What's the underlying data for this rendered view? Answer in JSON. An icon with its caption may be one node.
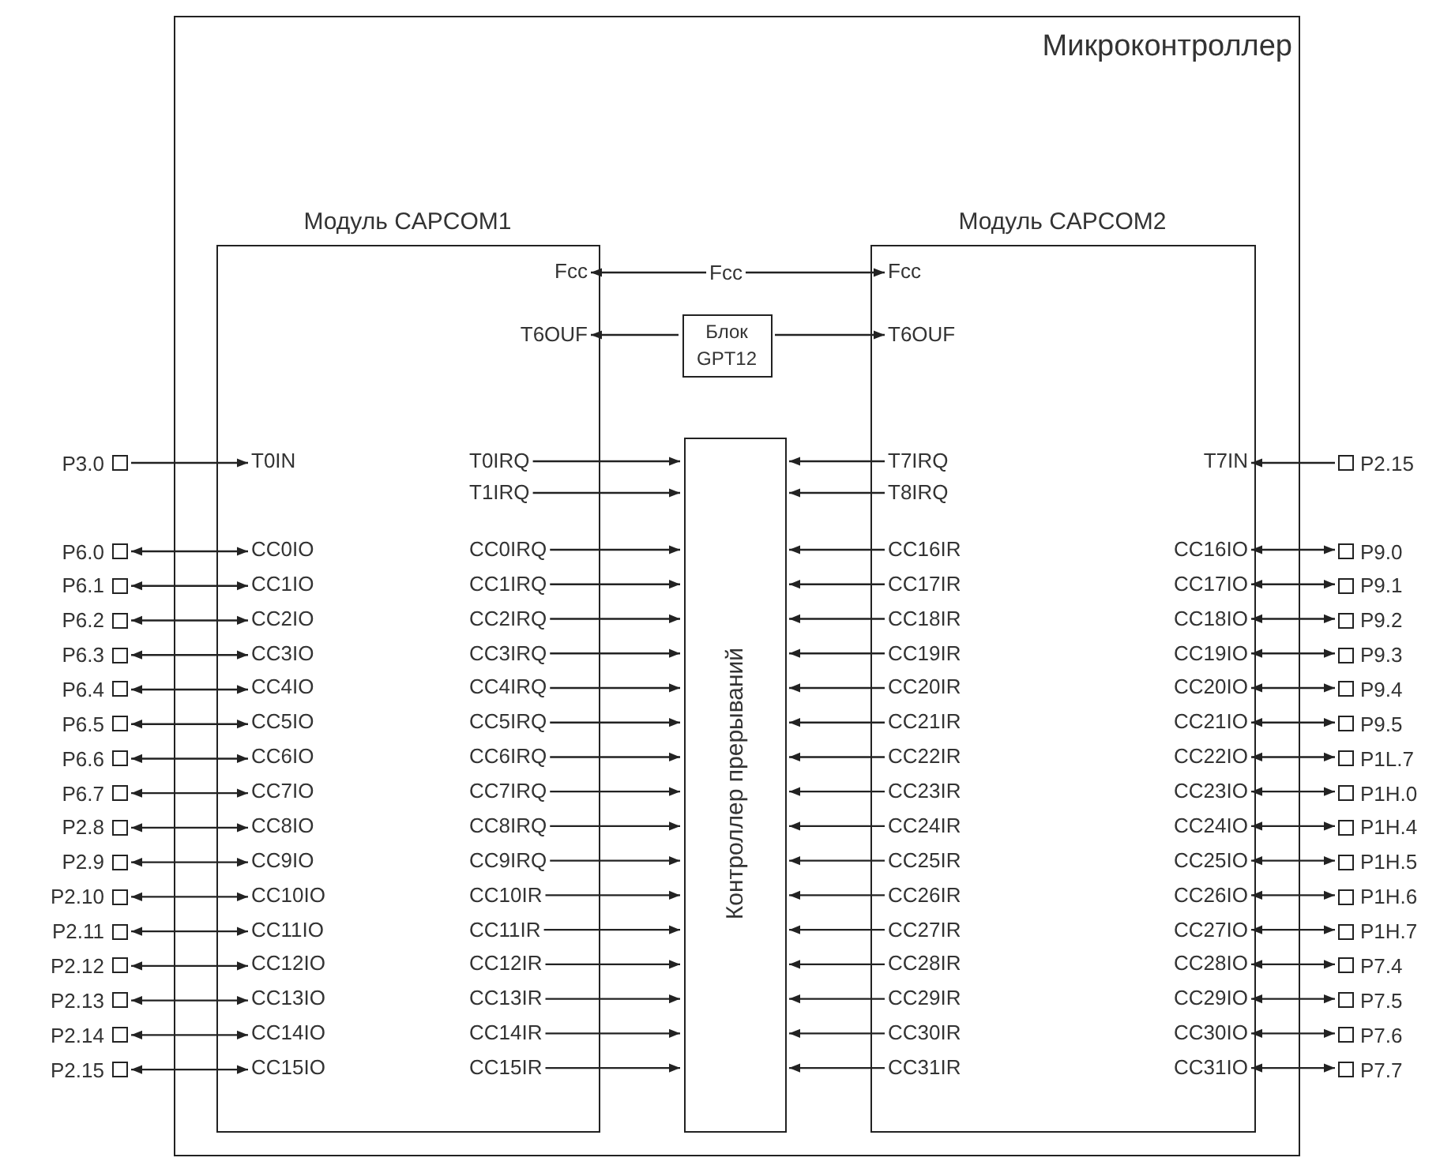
{
  "diagram": {
    "nodes": [
      {
        "text": [
          "Микроконтроллер"
        ]
      },
      {
        "text": [
          "Модуль CAPCOM1"
        ],
        "in": 0
      },
      {
        "text": [
          "Модуль CAPCOM2"
        ],
        "in": 0
      },
      {
        "text": [
          "Fcc"
        ],
        "in": 0
      },
      {
        "text": [
          "Блок GPT12"
        ],
        "in": 0
      },
      {
        "text": [
          "Контроллер прерываний"
        ],
        "in": 0
      },
      {
        "text": [
          "Fcc"
        ],
        "in": 1
      },
      {
        "text": [
          "T6OUF"
        ],
        "in": 1
      },
      {
        "text": [
          "T0IN"
        ],
        "in": 1
      },
      {
        "text": [
          "T0IRQ"
        ],
        "in": 1
      },
      {
        "text": [
          "T1IRQ"
        ],
        "in": 1
      },
      {
        "text": [
          "CC0IO"
        ],
        "in": 1
      },
      {
        "text": [
          "CC0IRQ"
        ],
        "in": 1
      },
      {
        "text": [
          "CC1IO"
        ],
        "in": 1
      },
      {
        "text": [
          "CC1IRQ"
        ],
        "in": 1
      },
      {
        "text": [
          "CC2IO"
        ],
        "in": 1
      },
      {
        "text": [
          "CC2IRQ"
        ],
        "in": 1
      },
      {
        "text": [
          "CC3IO"
        ],
        "in": 1
      },
      {
        "text": [
          "CC3IRQ"
        ],
        "in": 1
      },
      {
        "text": [
          "CC4IO"
        ],
        "in": 1
      },
      {
        "text": [
          "CC4IRQ"
        ],
        "in": 1
      },
      {
        "text": [
          "CC5IO"
        ],
        "in": 1
      },
      {
        "text": [
          "CC5IRQ"
        ],
        "in": 1
      },
      {
        "text": [
          "CC6IO"
        ],
        "in": 1
      },
      {
        "text": [
          "CC6IRQ"
        ],
        "in": 1
      },
      {
        "text": [
          "CC7IO"
        ],
        "in": 1
      },
      {
        "text": [
          "CC7IRQ"
        ],
        "in": 1
      },
      {
        "text": [
          "CC8IO"
        ],
        "in": 1
      },
      {
        "text": [
          "CC8IRQ"
        ],
        "in": 1
      },
      {
        "text": [
          "CC9IO"
        ],
        "in": 1
      },
      {
        "text": [
          "CC9IRQ"
        ],
        "in": 1
      },
      {
        "text": [
          "CC10IO"
        ],
        "in": 1
      },
      {
        "text": [
          "CC10IR"
        ],
        "in": 1
      },
      {
        "text": [
          "CC11IO"
        ],
        "in": 1
      },
      {
        "text": [
          "CC11IR"
        ],
        "in": 1
      },
      {
        "text": [
          "CC12IO"
        ],
        "in": 1
      },
      {
        "text": [
          "CC12IR"
        ],
        "in": 1
      },
      {
        "text": [
          "CC13IO"
        ],
        "in": 1
      },
      {
        "text": [
          "CC13IR"
        ],
        "in": 1
      },
      {
        "text": [
          "CC14IO"
        ],
        "in": 1
      },
      {
        "text": [
          "CC14IR"
        ],
        "in": 1
      },
      {
        "text": [
          "CC15IO"
        ],
        "in": 1
      },
      {
        "text": [
          "CC15IR"
        ],
        "in": 1
      },
      {
        "text": [
          "Fcc"
        ],
        "in": 2
      },
      {
        "text": [
          "T6OUF"
        ],
        "in": 2
      },
      {
        "text": [
          "T7IRQ"
        ],
        "in": 2
      },
      {
        "text": [
          "T7IN"
        ],
        "in": 2
      },
      {
        "text": [
          "T8IRQ"
        ],
        "in": 2
      },
      {
        "text": [
          "CC16IR"
        ],
        "in": 2
      },
      {
        "text": [
          "CC16IO"
        ],
        "in": 2
      },
      {
        "text": [
          "CC17IR"
        ],
        "in": 2
      },
      {
        "text": [
          "CC17IO"
        ],
        "in": 2
      },
      {
        "text": [
          "CC18IR"
        ],
        "in": 2
      },
      {
        "text": [
          "CC18IO"
        ],
        "in": 2
      },
      {
        "text": [
          "CC19IR"
        ],
        "in": 2
      },
      {
        "text": [
          "CC19IO"
        ],
        "in": 2
      },
      {
        "text": [
          "CC20IR"
        ],
        "in": 2
      },
      {
        "text": [
          "CC20IO"
        ],
        "in": 2
      },
      {
        "text": [
          "CC21IR"
        ],
        "in": 2
      },
      {
        "text": [
          "CC21IO"
        ],
        "in": 2
      },
      {
        "text": [
          "CC22IR"
        ],
        "in": 2
      },
      {
        "text": [
          "CC22IO"
        ],
        "in": 2
      },
      {
        "text": [
          "CC23IR"
        ],
        "in": 2
      },
      {
        "text": [
          "CC23IO"
        ],
        "in": 2
      },
      {
        "text": [
          "CC24IR"
        ],
        "in": 2
      },
      {
        "text": [
          "CC24IO"
        ],
        "in": 2
      },
      {
        "text": [
          "CC25IR"
        ],
        "in": 2
      },
      {
        "text": [
          "CC25IO"
        ],
        "in": 2
      },
      {
        "text": [
          "CC26IR"
        ],
        "in": 2
      },
      {
        "text": [
          "CC26IO"
        ],
        "in": 2
      },
      {
        "text": [
          "CC27IR"
        ],
        "in": 2
      },
      {
        "text": [
          "CC27IO"
        ],
        "in": 2
      },
      {
        "text": [
          "CC28IR"
        ],
        "in": 2
      },
      {
        "text": [
          "CC28IO"
        ],
        "in": 2
      },
      {
        "text": [
          "CC29IR"
        ],
        "in": 2
      },
      {
        "text": [
          "CC29IO"
        ],
        "in": 2
      },
      {
        "text": [
          "CC30IR"
        ],
        "in": 2
      },
      {
        "text": [
          "CC30IO"
        ],
        "in": 2
      },
      {
        "text": [
          "CC31IR"
        ],
        "in": 2
      },
      {
        "text": [
          "CC31IO"
        ],
        "in": 2
      },
      {
        "text": [],
        "shape": "box",
        "beside": [
          "P3.0"
        ]
      },
      {
        "text": [],
        "shape": "box",
        "beside": [
          "P6.0"
        ]
      },
      {
        "text": [],
        "shape": "box",
        "beside": [
          "P6.1"
        ]
      },
      {
        "text": [],
        "shape": "box",
        "beside": [
          "P6.2"
        ]
      },
      {
        "text": [],
        "shape": "box",
        "beside": [
          "P6.3"
        ]
      },
      {
        "text": [],
        "shape": "box",
        "beside": [
          "P6.4"
        ]
      },
      {
        "text": [],
        "shape": "box",
        "beside": [
          "P6.5"
        ]
      },
      {
        "text": [],
        "shape": "box",
        "beside": [
          "P6.6"
        ]
      },
      {
        "text": [],
        "shape": "box",
        "beside": [
          "P6.7"
        ]
      },
      {
        "text": [],
        "shape": "box",
        "beside": [
          "P2.8"
        ]
      },
      {
        "text": [],
        "shape": "box",
        "beside": [
          "P2.9"
        ]
      },
      {
        "text": [],
        "shape": "box",
        "beside": [
          "P2.10"
        ]
      },
      {
        "text": [],
        "shape": "box",
        "beside": [
          "P2.11"
        ]
      },
      {
        "text": [],
        "shape": "box",
        "beside": [
          "P2.12"
        ]
      },
      {
        "text": [],
        "shape": "box",
        "beside": [
          "P2.13"
        ]
      },
      {
        "text": [],
        "shape": "box",
        "beside": [
          "P2.14"
        ]
      },
      {
        "text": [],
        "shape": "box",
        "beside": [
          "P2.15"
        ]
      },
      {
        "text": [],
        "shape": "box",
        "beside": [
          "P2.15"
        ]
      },
      {
        "text": [],
        "shape": "box",
        "beside": [
          "P9.0"
        ]
      },
      {
        "text": [],
        "shape": "box",
        "beside": [
          "P9.1"
        ]
      },
      {
        "text": [],
        "shape": "box",
        "beside": [
          "P9.2"
        ]
      },
      {
        "text": [],
        "shape": "box",
        "beside": [
          "P9.3"
        ]
      },
      {
        "text": [],
        "shape": "box",
        "beside": [
          "P9.4"
        ]
      },
      {
        "text": [],
        "shape": "box",
        "beside": [
          "P9.5"
        ]
      },
      {
        "text": [],
        "shape": "box",
        "beside": [
          "P1L.7"
        ]
      },
      {
        "text": [],
        "shape": "box",
        "beside": [
          "P1H.0"
        ]
      },
      {
        "text": [],
        "shape": "box",
        "beside": [
          "P1H.4"
        ]
      },
      {
        "text": [],
        "shape": "box",
        "beside": [
          "P1H.5"
        ]
      },
      {
        "text": [],
        "shape": "box",
        "beside": [
          "P1H.6"
        ]
      },
      {
        "text": [],
        "shape": "box",
        "beside": [
          "P1H.7"
        ]
      },
      {
        "text": [],
        "shape": "box",
        "beside": [
          "P7.4"
        ]
      },
      {
        "text": [],
        "shape": "box",
        "beside": [
          "P7.5"
        ]
      },
      {
        "text": [],
        "shape": "box",
        "beside": [
          "P7.6"
        ]
      },
      {
        "text": [],
        "shape": "box",
        "beside": [
          "P7.7"
        ]
      }
    ],
    "edges": [
      {
        "from": 3,
        "to": 6,
        "arrow": "to"
      },
      {
        "from": 3,
        "to": 43,
        "arrow": "to"
      },
      {
        "from": 4,
        "to": 7,
        "arrow": "to"
      },
      {
        "from": 4,
        "to": 44,
        "arrow": "to"
      },
      {
        "from": 80,
        "to": 8,
        "arrow": "to"
      },
      {
        "from": 9,
        "to": 5,
        "arrow": "to"
      },
      {
        "from": 45,
        "to": 5,
        "arrow": "to"
      },
      {
        "from": 97,
        "to": 46,
        "arrow": "to"
      },
      {
        "from": 10,
        "to": 5,
        "arrow": "to"
      },
      {
        "from": 47,
        "to": 5,
        "arrow": "to"
      },
      {
        "from": 81,
        "to": 11,
        "arrow": "both"
      },
      {
        "from": 12,
        "to": 5,
        "arrow": "to"
      },
      {
        "from": 48,
        "to": 5,
        "arrow": "to"
      },
      {
        "from": 49,
        "to": 98,
        "arrow": "both"
      },
      {
        "from": 82,
        "to": 13,
        "arrow": "both"
      },
      {
        "from": 14,
        "to": 5,
        "arrow": "to"
      },
      {
        "from": 50,
        "to": 5,
        "arrow": "to"
      },
      {
        "from": 51,
        "to": 99,
        "arrow": "both"
      },
      {
        "from": 83,
        "to": 15,
        "arrow": "both"
      },
      {
        "from": 16,
        "to": 5,
        "arrow": "to"
      },
      {
        "from": 52,
        "to": 5,
        "arrow": "to"
      },
      {
        "from": 53,
        "to": 100,
        "arrow": "both"
      },
      {
        "from": 84,
        "to": 17,
        "arrow": "both"
      },
      {
        "from": 18,
        "to": 5,
        "arrow": "to"
      },
      {
        "from": 54,
        "to": 5,
        "arrow": "to"
      },
      {
        "from": 55,
        "to": 101,
        "arrow": "both"
      },
      {
        "from": 85,
        "to": 19,
        "arrow": "both"
      },
      {
        "from": 20,
        "to": 5,
        "arrow": "to"
      },
      {
        "from": 56,
        "to": 5,
        "arrow": "to"
      },
      {
        "from": 57,
        "to": 102,
        "arrow": "both"
      },
      {
        "from": 86,
        "to": 21,
        "arrow": "both"
      },
      {
        "from": 22,
        "to": 5,
        "arrow": "to"
      },
      {
        "from": 58,
        "to": 5,
        "arrow": "to"
      },
      {
        "from": 59,
        "to": 103,
        "arrow": "both"
      },
      {
        "from": 87,
        "to": 23,
        "arrow": "both"
      },
      {
        "from": 24,
        "to": 5,
        "arrow": "to"
      },
      {
        "from": 60,
        "to": 5,
        "arrow": "to"
      },
      {
        "from": 61,
        "to": 104,
        "arrow": "both"
      },
      {
        "from": 88,
        "to": 25,
        "arrow": "both"
      },
      {
        "from": 26,
        "to": 5,
        "arrow": "to"
      },
      {
        "from": 62,
        "to": 5,
        "arrow": "to"
      },
      {
        "from": 63,
        "to": 105,
        "arrow": "both"
      },
      {
        "from": 89,
        "to": 27,
        "arrow": "both"
      },
      {
        "from": 28,
        "to": 5,
        "arrow": "to"
      },
      {
        "from": 64,
        "to": 5,
        "arrow": "to"
      },
      {
        "from": 65,
        "to": 106,
        "arrow": "both"
      },
      {
        "from": 90,
        "to": 29,
        "arrow": "both"
      },
      {
        "from": 30,
        "to": 5,
        "arrow": "to"
      },
      {
        "from": 66,
        "to": 5,
        "arrow": "to"
      },
      {
        "from": 67,
        "to": 107,
        "arrow": "both"
      },
      {
        "from": 91,
        "to": 31,
        "arrow": "both"
      },
      {
        "from": 32,
        "to": 5,
        "arrow": "to"
      },
      {
        "from": 68,
        "to": 5,
        "arrow": "to"
      },
      {
        "from": 69,
        "to": 108,
        "arrow": "both"
      },
      {
        "from": 92,
        "to": 33,
        "arrow": "both"
      },
      {
        "from": 34,
        "to": 5,
        "arrow": "to"
      },
      {
        "from": 70,
        "to": 5,
        "arrow": "to"
      },
      {
        "from": 71,
        "to": 109,
        "arrow": "both"
      },
      {
        "from": 93,
        "to": 35,
        "arrow": "both"
      },
      {
        "from": 36,
        "to": 5,
        "arrow": "to"
      },
      {
        "from": 72,
        "to": 5,
        "arrow": "to"
      },
      {
        "from": 73,
        "to": 110,
        "arrow": "both"
      },
      {
        "from": 94,
        "to": 37,
        "arrow": "both"
      },
      {
        "from": 38,
        "to": 5,
        "arrow": "to"
      },
      {
        "from": 74,
        "to": 5,
        "arrow": "to"
      },
      {
        "from": 75,
        "to": 111,
        "arrow": "both"
      },
      {
        "from": 95,
        "to": 39,
        "arrow": "both"
      },
      {
        "from": 40,
        "to": 5,
        "arrow": "to"
      },
      {
        "from": 76,
        "to": 5,
        "arrow": "to"
      },
      {
        "from": 77,
        "to": 112,
        "arrow": "both"
      },
      {
        "from": 96,
        "to": 41,
        "arrow": "both"
      },
      {
        "from": 42,
        "to": 5,
        "arrow": "to"
      },
      {
        "from": 78,
        "to": 5,
        "arrow": "to"
      },
      {
        "from": 79,
        "to": 113,
        "arrow": "both"
      }
    ]
  }
}
